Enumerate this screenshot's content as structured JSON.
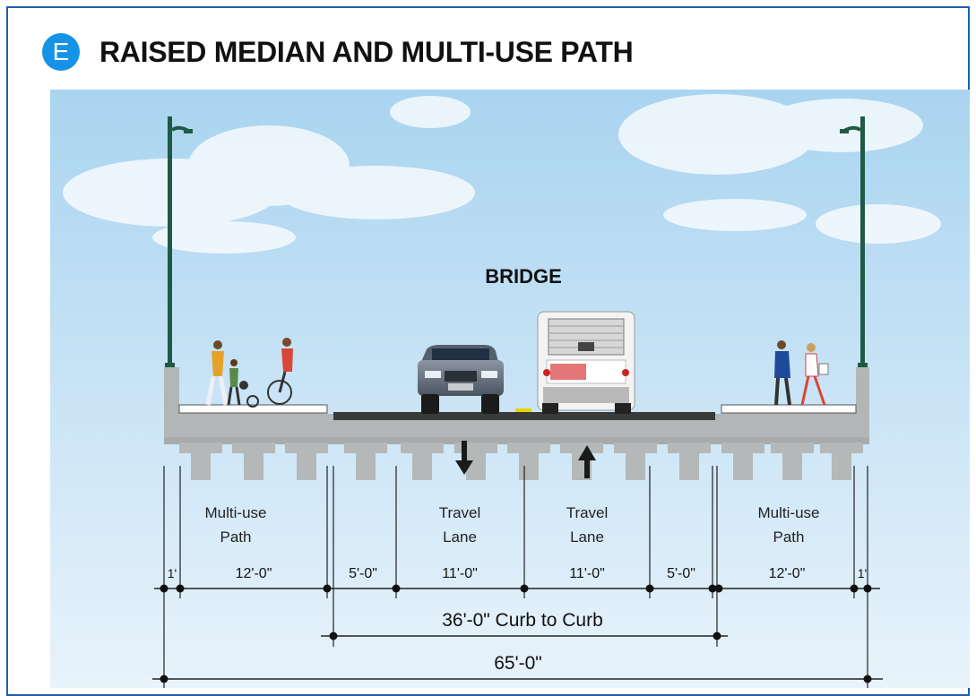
{
  "header": {
    "badge_letter": "E",
    "title": "RAISED MEDIAN AND MULTI-USE PATH"
  },
  "diagram": {
    "center_label": "BRIDGE",
    "zones": [
      {
        "line1": "Multi-use",
        "line2": "Path"
      },
      {
        "line1": "Travel",
        "line2": "Lane"
      },
      {
        "line1": "Travel",
        "line2": "Lane"
      },
      {
        "line1": "Multi-use",
        "line2": "Path"
      }
    ],
    "dimensions": [
      "1'",
      "12'-0\"",
      "5'-0\"",
      "11'-0\"",
      "11'-0\"",
      "5'-0\"",
      "12'-0\"",
      "1'"
    ],
    "curb_to_curb": "36'-0\" Curb to Curb",
    "total_width": "65'-0\"",
    "colors": {
      "sky_top": "#a8d3ef",
      "sky_bottom": "#e6f2fb",
      "bridge": "#b5b8b8",
      "road": "#3a3a3a",
      "badge": "#1593e6"
    }
  }
}
